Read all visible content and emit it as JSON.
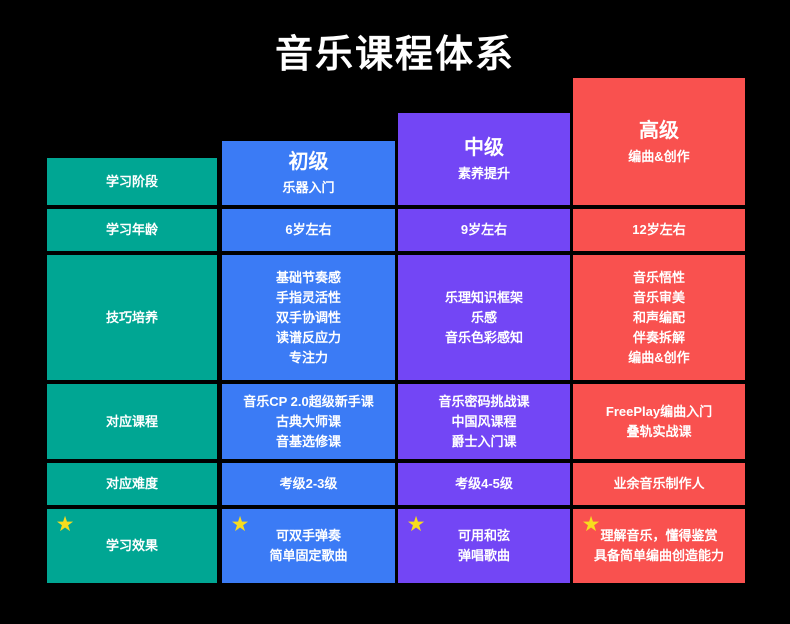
{
  "page": {
    "title": "音乐课程体系",
    "background_color": "#000000"
  },
  "colors": {
    "label_column": "#00a693",
    "level_beginner": "#3b7bf5",
    "level_intermediate": "#7346f5",
    "level_advanced": "#f9514f",
    "star": "#f7dc1e",
    "text": "#ffffff"
  },
  "columns": [
    {
      "key": "label",
      "header_main": "",
      "header_sub": ""
    },
    {
      "key": "beginner",
      "header_main": "初级",
      "header_sub": "乐器入门"
    },
    {
      "key": "intermediate",
      "header_main": "中级",
      "header_sub": "素养提升"
    },
    {
      "key": "advanced",
      "header_main": "高级",
      "header_sub": "编曲&创作"
    }
  ],
  "rows": [
    {
      "label": "学习阶段",
      "has_star": false,
      "beginner": [],
      "intermediate": [],
      "advanced": []
    },
    {
      "label": "学习年龄",
      "has_star": false,
      "beginner": [
        "6岁左右"
      ],
      "intermediate": [
        "9岁左右"
      ],
      "advanced": [
        "12岁左右"
      ]
    },
    {
      "label": "技巧培养",
      "has_star": false,
      "beginner": [
        "基础节奏感",
        "手指灵活性",
        "双手协调性",
        "读谱反应力",
        "专注力"
      ],
      "intermediate": [
        "乐理知识框架",
        "乐感",
        "音乐色彩感知"
      ],
      "advanced": [
        "音乐悟性",
        "音乐审美",
        "和声编配",
        "伴奏拆解",
        "编曲&创作"
      ]
    },
    {
      "label": "对应课程",
      "has_star": false,
      "beginner": [
        "音乐CP 2.0超级新手课",
        "古典大师课",
        "音基选修课"
      ],
      "intermediate": [
        "音乐密码挑战课",
        "中国风课程",
        "爵士入门课"
      ],
      "advanced": [
        "FreePlay编曲入门",
        "叠轨实战课"
      ]
    },
    {
      "label": "对应难度",
      "has_star": false,
      "beginner": [
        "考级2-3级"
      ],
      "intermediate": [
        "考级4-5级"
      ],
      "advanced": [
        "业余音乐制作人"
      ]
    },
    {
      "label": "学习效果",
      "has_star": true,
      "beginner": [
        "可双手弹奏",
        "简单固定歌曲"
      ],
      "intermediate": [
        "可用和弦",
        "弹唱歌曲"
      ],
      "advanced": [
        "理解音乐，懂得鉴赏",
        "具备简单编曲创造能力"
      ]
    }
  ],
  "icons": {
    "star_glyph": "★"
  }
}
